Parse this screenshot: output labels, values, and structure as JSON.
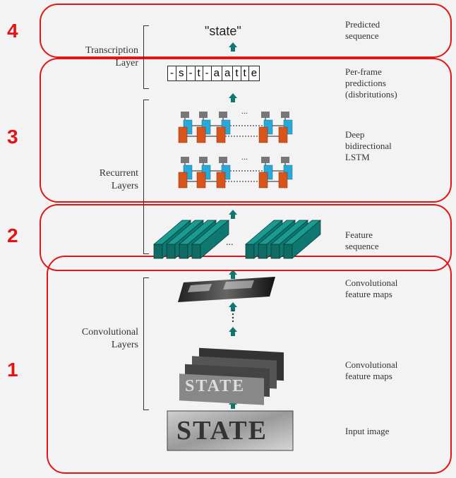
{
  "regions": [
    {
      "number": "4"
    },
    {
      "number": "3"
    },
    {
      "number": "2"
    },
    {
      "number": "1"
    }
  ],
  "left_labels": {
    "transcription": "Transcription\nLayer",
    "recurrent": "Recurrent\nLayers",
    "convolutional": "Convolutional\nLayers"
  },
  "right_labels": {
    "predicted_sequence": "Predicted\nsequence",
    "per_frame": "Per-frame\npredictions\n(disbritutions)",
    "lstm": "Deep\nbidirectional\nLSTM",
    "feature_sequence": "Feature\nsequence",
    "conv_maps_top": "Convolutional\nfeature maps",
    "conv_maps_bottom": "Convolutional\nfeature maps",
    "input_image": "Input image"
  },
  "predicted_text": "\"state\"",
  "per_frame_chars": [
    "-",
    "s",
    "-",
    "t",
    "-",
    "a",
    "a",
    "t",
    "t",
    "e"
  ],
  "feature_ellipsis": "...",
  "lstm_ellipsis": "...",
  "image_text": "STATE",
  "colors": {
    "red": "#e41414",
    "teal": "#0d7770",
    "orange": "#d9541a",
    "blue": "#29a9d9",
    "gray": "#777777"
  }
}
